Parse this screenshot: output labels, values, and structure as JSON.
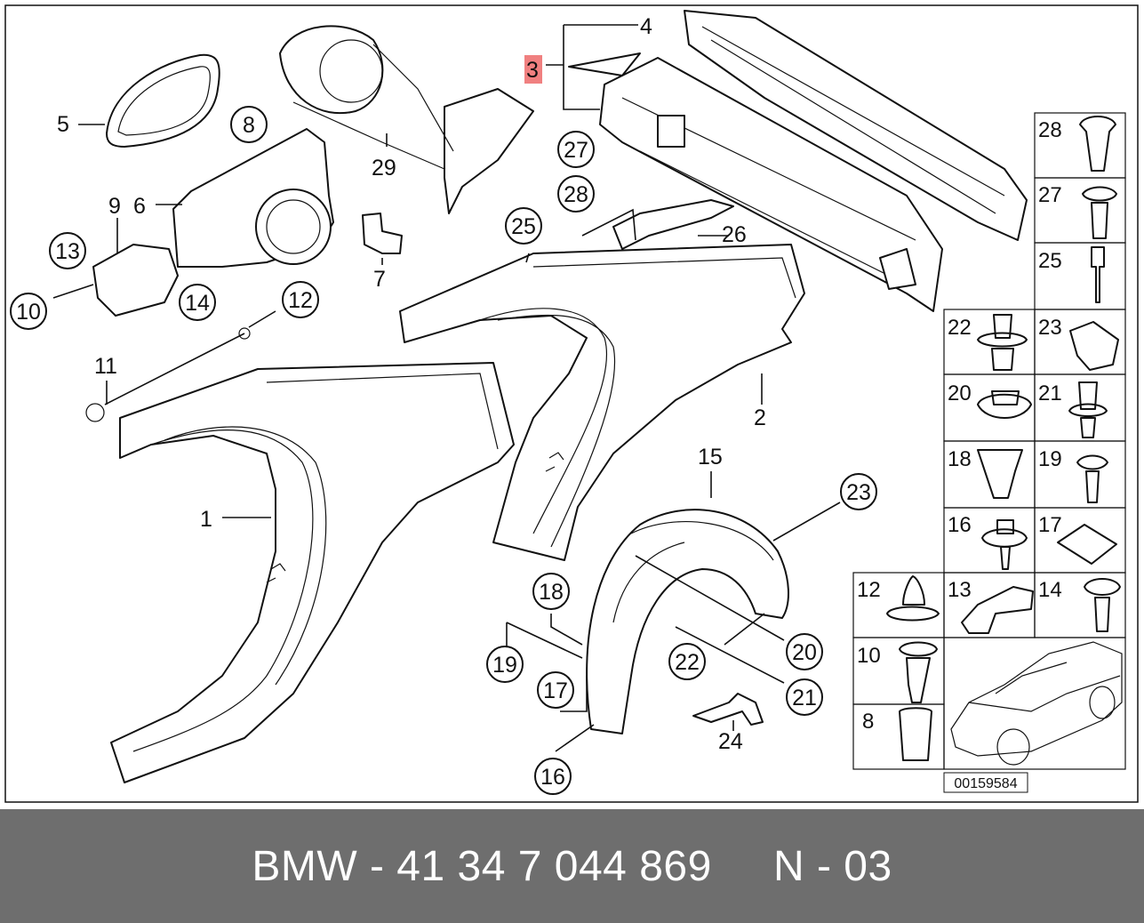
{
  "diagram": {
    "labels": {
      "p1": "1",
      "p2": "2",
      "p3": "3",
      "p4": "4",
      "p5": "5",
      "p6": "6",
      "p7": "7",
      "p8": "8",
      "p9": "9",
      "p10": "10",
      "p11": "11",
      "p12": "12",
      "p13": "13",
      "p14": "14",
      "p15": "15",
      "p16": "16",
      "p17": "17",
      "p18": "18",
      "p19": "19",
      "p20": "20",
      "p21": "21",
      "p22": "22",
      "p23": "23",
      "p24": "24",
      "p25": "25",
      "p26": "26",
      "p27": "27",
      "p28": "28",
      "p29": "29"
    },
    "legend": {
      "c28": "28",
      "c27": "27",
      "c25": "25",
      "c22": "22",
      "c23": "23",
      "c20": "20",
      "c21": "21",
      "c18": "18",
      "c19": "19",
      "c16": "16",
      "c17": "17",
      "c12": "12",
      "c13": "13",
      "c14": "14",
      "c10": "10",
      "c8": "8"
    },
    "diagram_number": "00159584",
    "highlight_color": "#f08080"
  },
  "footer": {
    "text": "BMW - 41 34 7 044 869     N - 03",
    "background": "#6e6e6e"
  }
}
